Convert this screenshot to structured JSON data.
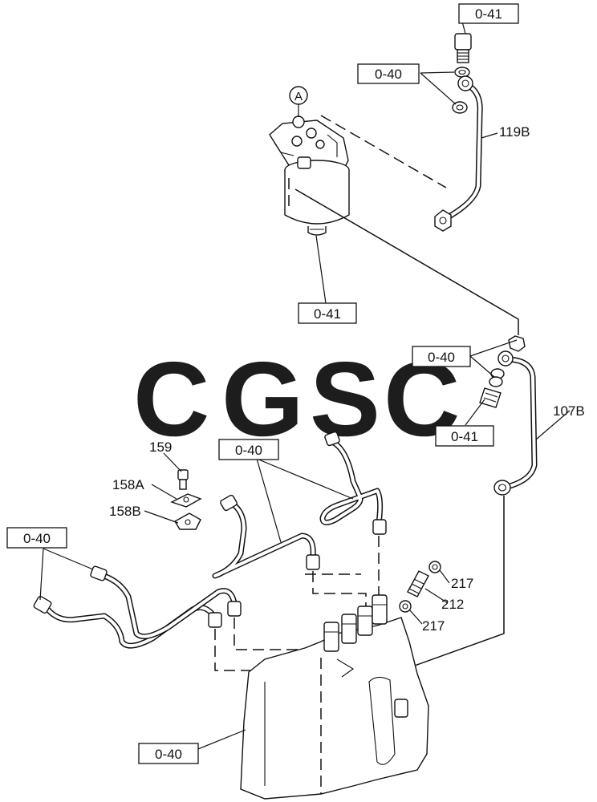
{
  "watermark": {
    "letters": [
      "C",
      "G",
      "S",
      "C"
    ],
    "colors": [
      "#6ea6f6",
      "#f28482",
      "#f9d56e",
      "#7fc79a"
    ]
  },
  "callout": {
    "letter": "A"
  },
  "labels": {
    "ref_0_41_top": "0-41",
    "ref_0_40_top": "0-40",
    "part_119b": "119B",
    "ref_0_41_filter": "0-41",
    "ref_0_40_mid": "0-40",
    "ref_0_41_mid": "0-41",
    "part_107b": "107B",
    "part_159": "159",
    "part_158a": "158A",
    "part_158b": "158B",
    "ref_0_40_center": "0-40",
    "ref_0_40_left": "0-40",
    "part_217_upper": "217",
    "part_212": "212",
    "part_217_lower": "217",
    "ref_0_40_bottom": "0-40"
  }
}
